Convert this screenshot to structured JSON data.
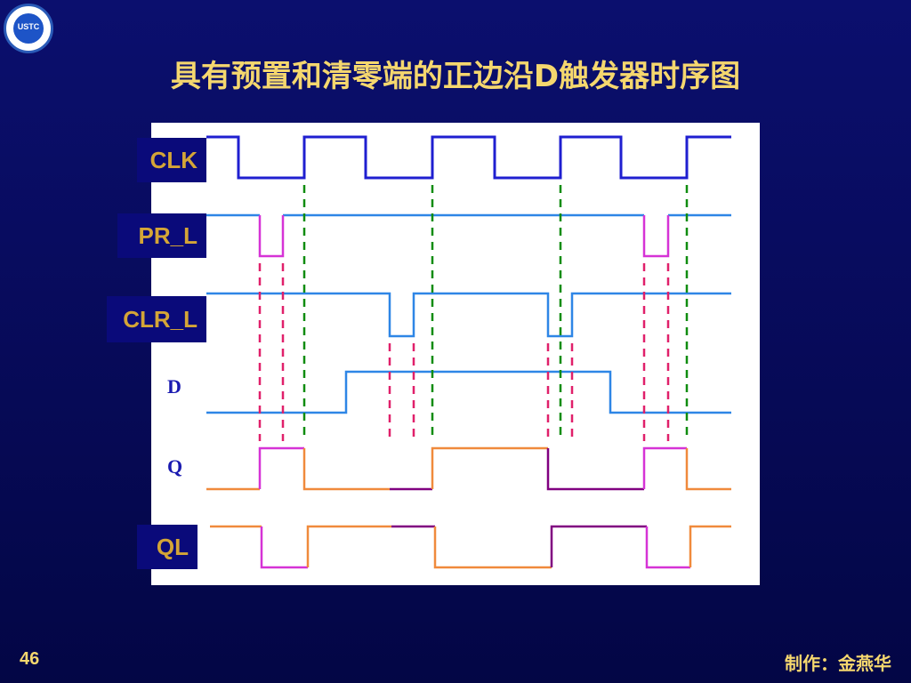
{
  "title": "具有预置和清零端的正边沿D触发器时序图",
  "logo_text": "USTC",
  "signals": {
    "clk": "CLK",
    "pr": "PR_L",
    "clr": "CLR_L",
    "d": "D",
    "q": "Q",
    "ql": "QL"
  },
  "footer": {
    "page": "46",
    "author": "制作：金燕华"
  },
  "colors": {
    "clk": "#1f1fd0",
    "pr_clr_d": "#2e86e6",
    "async_pulse": "#d633d6",
    "q": "#f08a3c",
    "q_dark": "#800080",
    "dash_green": "#0f8c0f",
    "dash_red": "#e0206a"
  }
}
